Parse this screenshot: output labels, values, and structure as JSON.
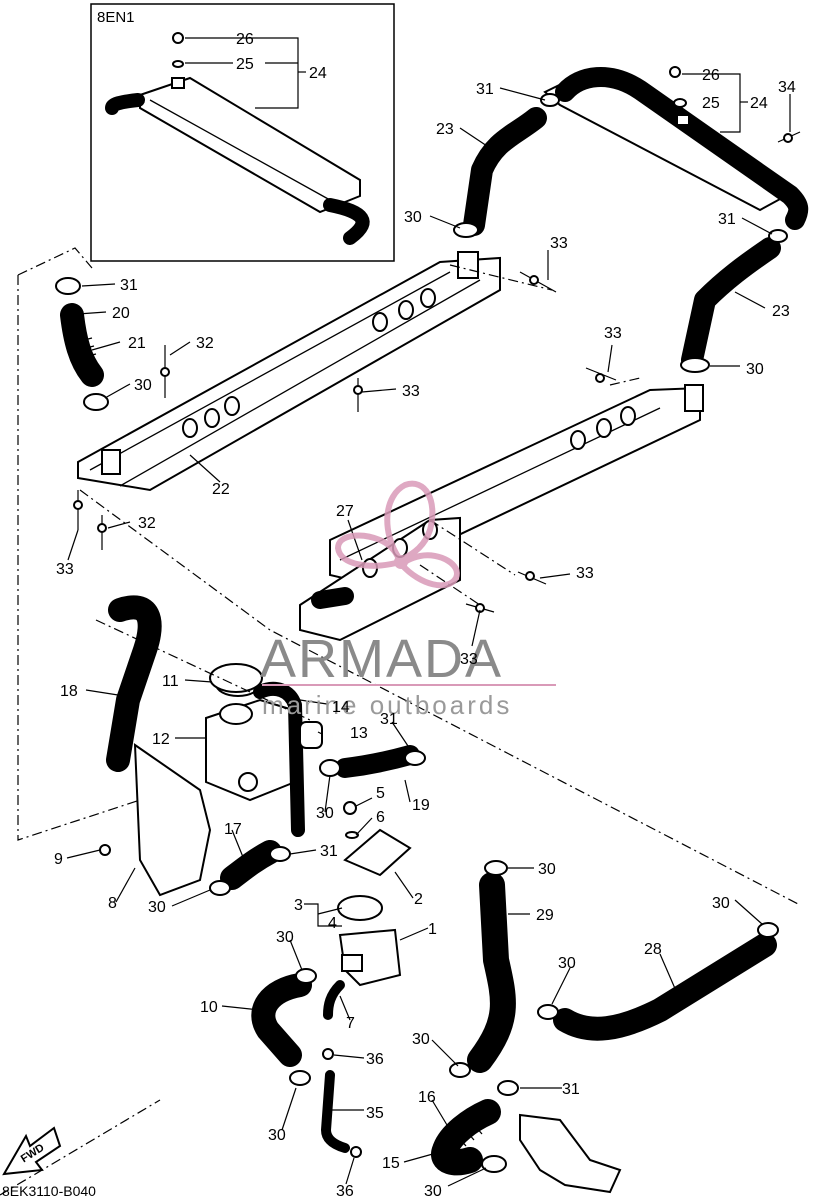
{
  "inset": {
    "title": "8EN1"
  },
  "drawing_code": "8EK3110-B040",
  "fwd_label": "FWD",
  "watermark": {
    "brand": "ARMADA",
    "subtitle": "marine outboards",
    "color": "#d99ab8"
  },
  "callouts": [
    {
      "id": "c26a",
      "label": "26"
    },
    {
      "id": "c25a",
      "label": "25"
    },
    {
      "id": "c24a",
      "label": "24"
    },
    {
      "id": "c31a",
      "label": "31"
    },
    {
      "id": "c23a",
      "label": "23"
    },
    {
      "id": "c26b",
      "label": "26"
    },
    {
      "id": "c25b",
      "label": "25"
    },
    {
      "id": "c24b",
      "label": "24"
    },
    {
      "id": "c34",
      "label": "34"
    },
    {
      "id": "c30a",
      "label": "30"
    },
    {
      "id": "c33a",
      "label": "33"
    },
    {
      "id": "c31b",
      "label": "31"
    },
    {
      "id": "c23b",
      "label": "23"
    },
    {
      "id": "c31c",
      "label": "31"
    },
    {
      "id": "c20",
      "label": "20"
    },
    {
      "id": "c21",
      "label": "21"
    },
    {
      "id": "c32a",
      "label": "32"
    },
    {
      "id": "c30b",
      "label": "30"
    },
    {
      "id": "c33b",
      "label": "33"
    },
    {
      "id": "c33c",
      "label": "33"
    },
    {
      "id": "c30c",
      "label": "30"
    },
    {
      "id": "c22",
      "label": "22"
    },
    {
      "id": "c27",
      "label": "27"
    },
    {
      "id": "c33d",
      "label": "33"
    },
    {
      "id": "c32b",
      "label": "32"
    },
    {
      "id": "c33e",
      "label": "33"
    },
    {
      "id": "c33f",
      "label": "33"
    },
    {
      "id": "c33g",
      "label": "33"
    },
    {
      "id": "c18",
      "label": "18"
    },
    {
      "id": "c11",
      "label": "11"
    },
    {
      "id": "c14",
      "label": "14"
    },
    {
      "id": "c12",
      "label": "12"
    },
    {
      "id": "c13",
      "label": "13"
    },
    {
      "id": "c31d",
      "label": "31"
    },
    {
      "id": "c5",
      "label": "5"
    },
    {
      "id": "c30d",
      "label": "30"
    },
    {
      "id": "c19",
      "label": "19"
    },
    {
      "id": "c6",
      "label": "6"
    },
    {
      "id": "c17",
      "label": "17"
    },
    {
      "id": "c31e",
      "label": "31"
    },
    {
      "id": "c9",
      "label": "9"
    },
    {
      "id": "c2",
      "label": "2"
    },
    {
      "id": "c30e",
      "label": "30"
    },
    {
      "id": "c8",
      "label": "8"
    },
    {
      "id": "c30f",
      "label": "30"
    },
    {
      "id": "c3",
      "label": "3"
    },
    {
      "id": "c4",
      "label": "4"
    },
    {
      "id": "c29",
      "label": "29"
    },
    {
      "id": "c1",
      "label": "1"
    },
    {
      "id": "c30g",
      "label": "30"
    },
    {
      "id": "c30h",
      "label": "30"
    },
    {
      "id": "c30i",
      "label": "30"
    },
    {
      "id": "c28",
      "label": "28"
    },
    {
      "id": "c10",
      "label": "10"
    },
    {
      "id": "c7",
      "label": "7"
    },
    {
      "id": "c30j",
      "label": "30"
    },
    {
      "id": "c36a",
      "label": "36"
    },
    {
      "id": "c31f",
      "label": "31"
    },
    {
      "id": "c16",
      "label": "16"
    },
    {
      "id": "c35",
      "label": "35"
    },
    {
      "id": "c30k",
      "label": "30"
    },
    {
      "id": "c15",
      "label": "15"
    },
    {
      "id": "c30l",
      "label": "30"
    },
    {
      "id": "c36b",
      "label": "36"
    }
  ]
}
